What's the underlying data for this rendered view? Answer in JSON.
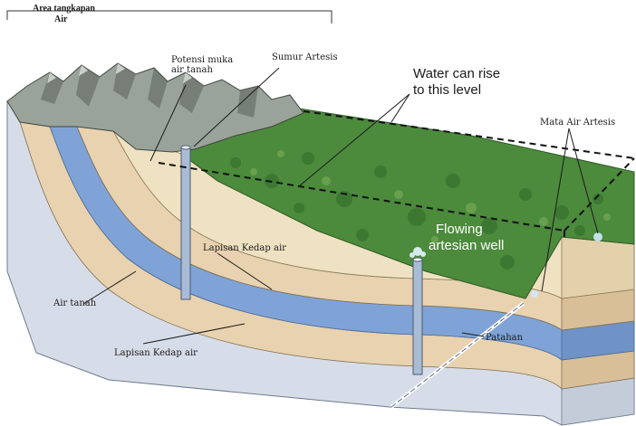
{
  "colors": {
    "bedrock": "#d7dde8",
    "bedrock_side": "#c4ccd9",
    "aquifer": "#7fa3d6",
    "aquifer_side": "#6f93c6",
    "tan_layer": "#e8d2b0",
    "tan_side": "#d9bf98",
    "beige_layer": "#efe2c2",
    "beige_side": "#e2d1aa",
    "forest": "#4c8a3c",
    "forest_dark": "#2f6a2a",
    "mountain": "#9aa39a",
    "mountain_dark": "#5f675f",
    "well": "#a9bcd6"
  },
  "labels": {
    "catchment_area": "Area tangkapan",
    "catchment_area_2": "Air",
    "potentiometric": "Potensi muka",
    "potentiometric_2": "air tanah",
    "artesian_well": "Sumur Artesis",
    "water_rise": "Water can rise",
    "water_rise_2": "to this level",
    "artesian_spring": "Mata Air Artesis",
    "flowing_well": "Flowing",
    "flowing_well_2": "artesian well",
    "confining_upper": "Lapisan Kedap air",
    "groundwater": "Air tanah",
    "confining_lower": "Lapisan Kedap air",
    "fault": "Patahan"
  }
}
